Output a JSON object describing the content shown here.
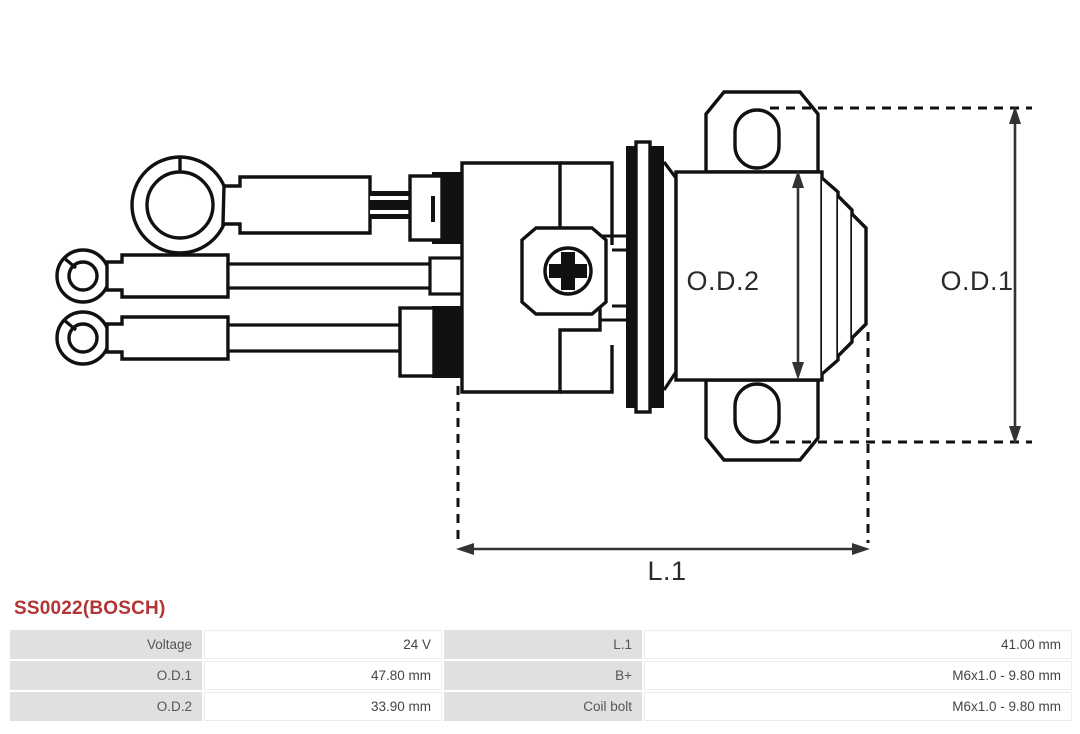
{
  "part": {
    "title": "SS0022(BOSCH)",
    "title_color": "#b23434"
  },
  "diagram": {
    "labels": {
      "od1": "O.D.1",
      "od2": "O.D.2",
      "l1": "L.1"
    }
  },
  "spec_table": {
    "rows": [
      {
        "label_a": "Voltage",
        "value_a": "24 V",
        "label_b": "L.1",
        "value_b": "41.00 mm"
      },
      {
        "label_a": "O.D.1",
        "value_a": "47.80 mm",
        "label_b": "B+",
        "value_b": "M6x1.0 - 9.80 mm"
      },
      {
        "label_a": "O.D.2",
        "value_a": "33.90 mm",
        "label_b": "Coil bolt",
        "value_b": "M6x1.0 - 9.80 mm"
      }
    ]
  }
}
